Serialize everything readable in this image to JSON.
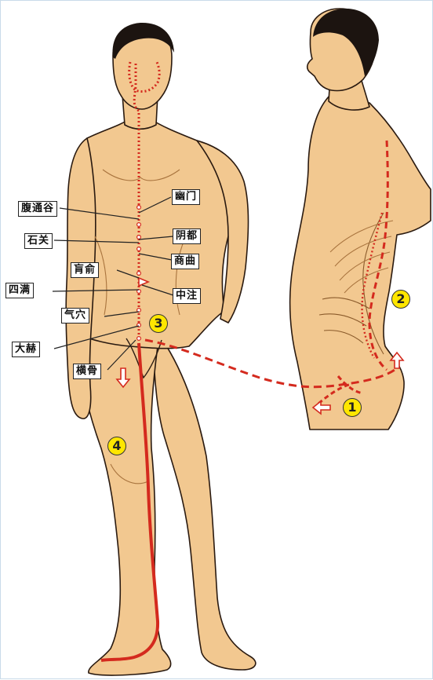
{
  "acupoints": {
    "futonggu": "腹通谷",
    "youmen": "幽门",
    "shiguan": "石关",
    "yindu": "阴都",
    "shangqu": "商曲",
    "huangshu": "肓俞",
    "siman": "四满",
    "zhongzhu": "中注",
    "qixue": "气穴",
    "dahe": "大赫",
    "henggu": "横骨"
  },
  "markers": [
    "1",
    "2",
    "3",
    "4"
  ],
  "colors": {
    "skin": "#f2c890",
    "skin_shadow": "#e0a96a",
    "outline": "#2a1a10",
    "meridian": "#d42a1e",
    "badge": "#ffe600",
    "hair": "#1c1410"
  }
}
